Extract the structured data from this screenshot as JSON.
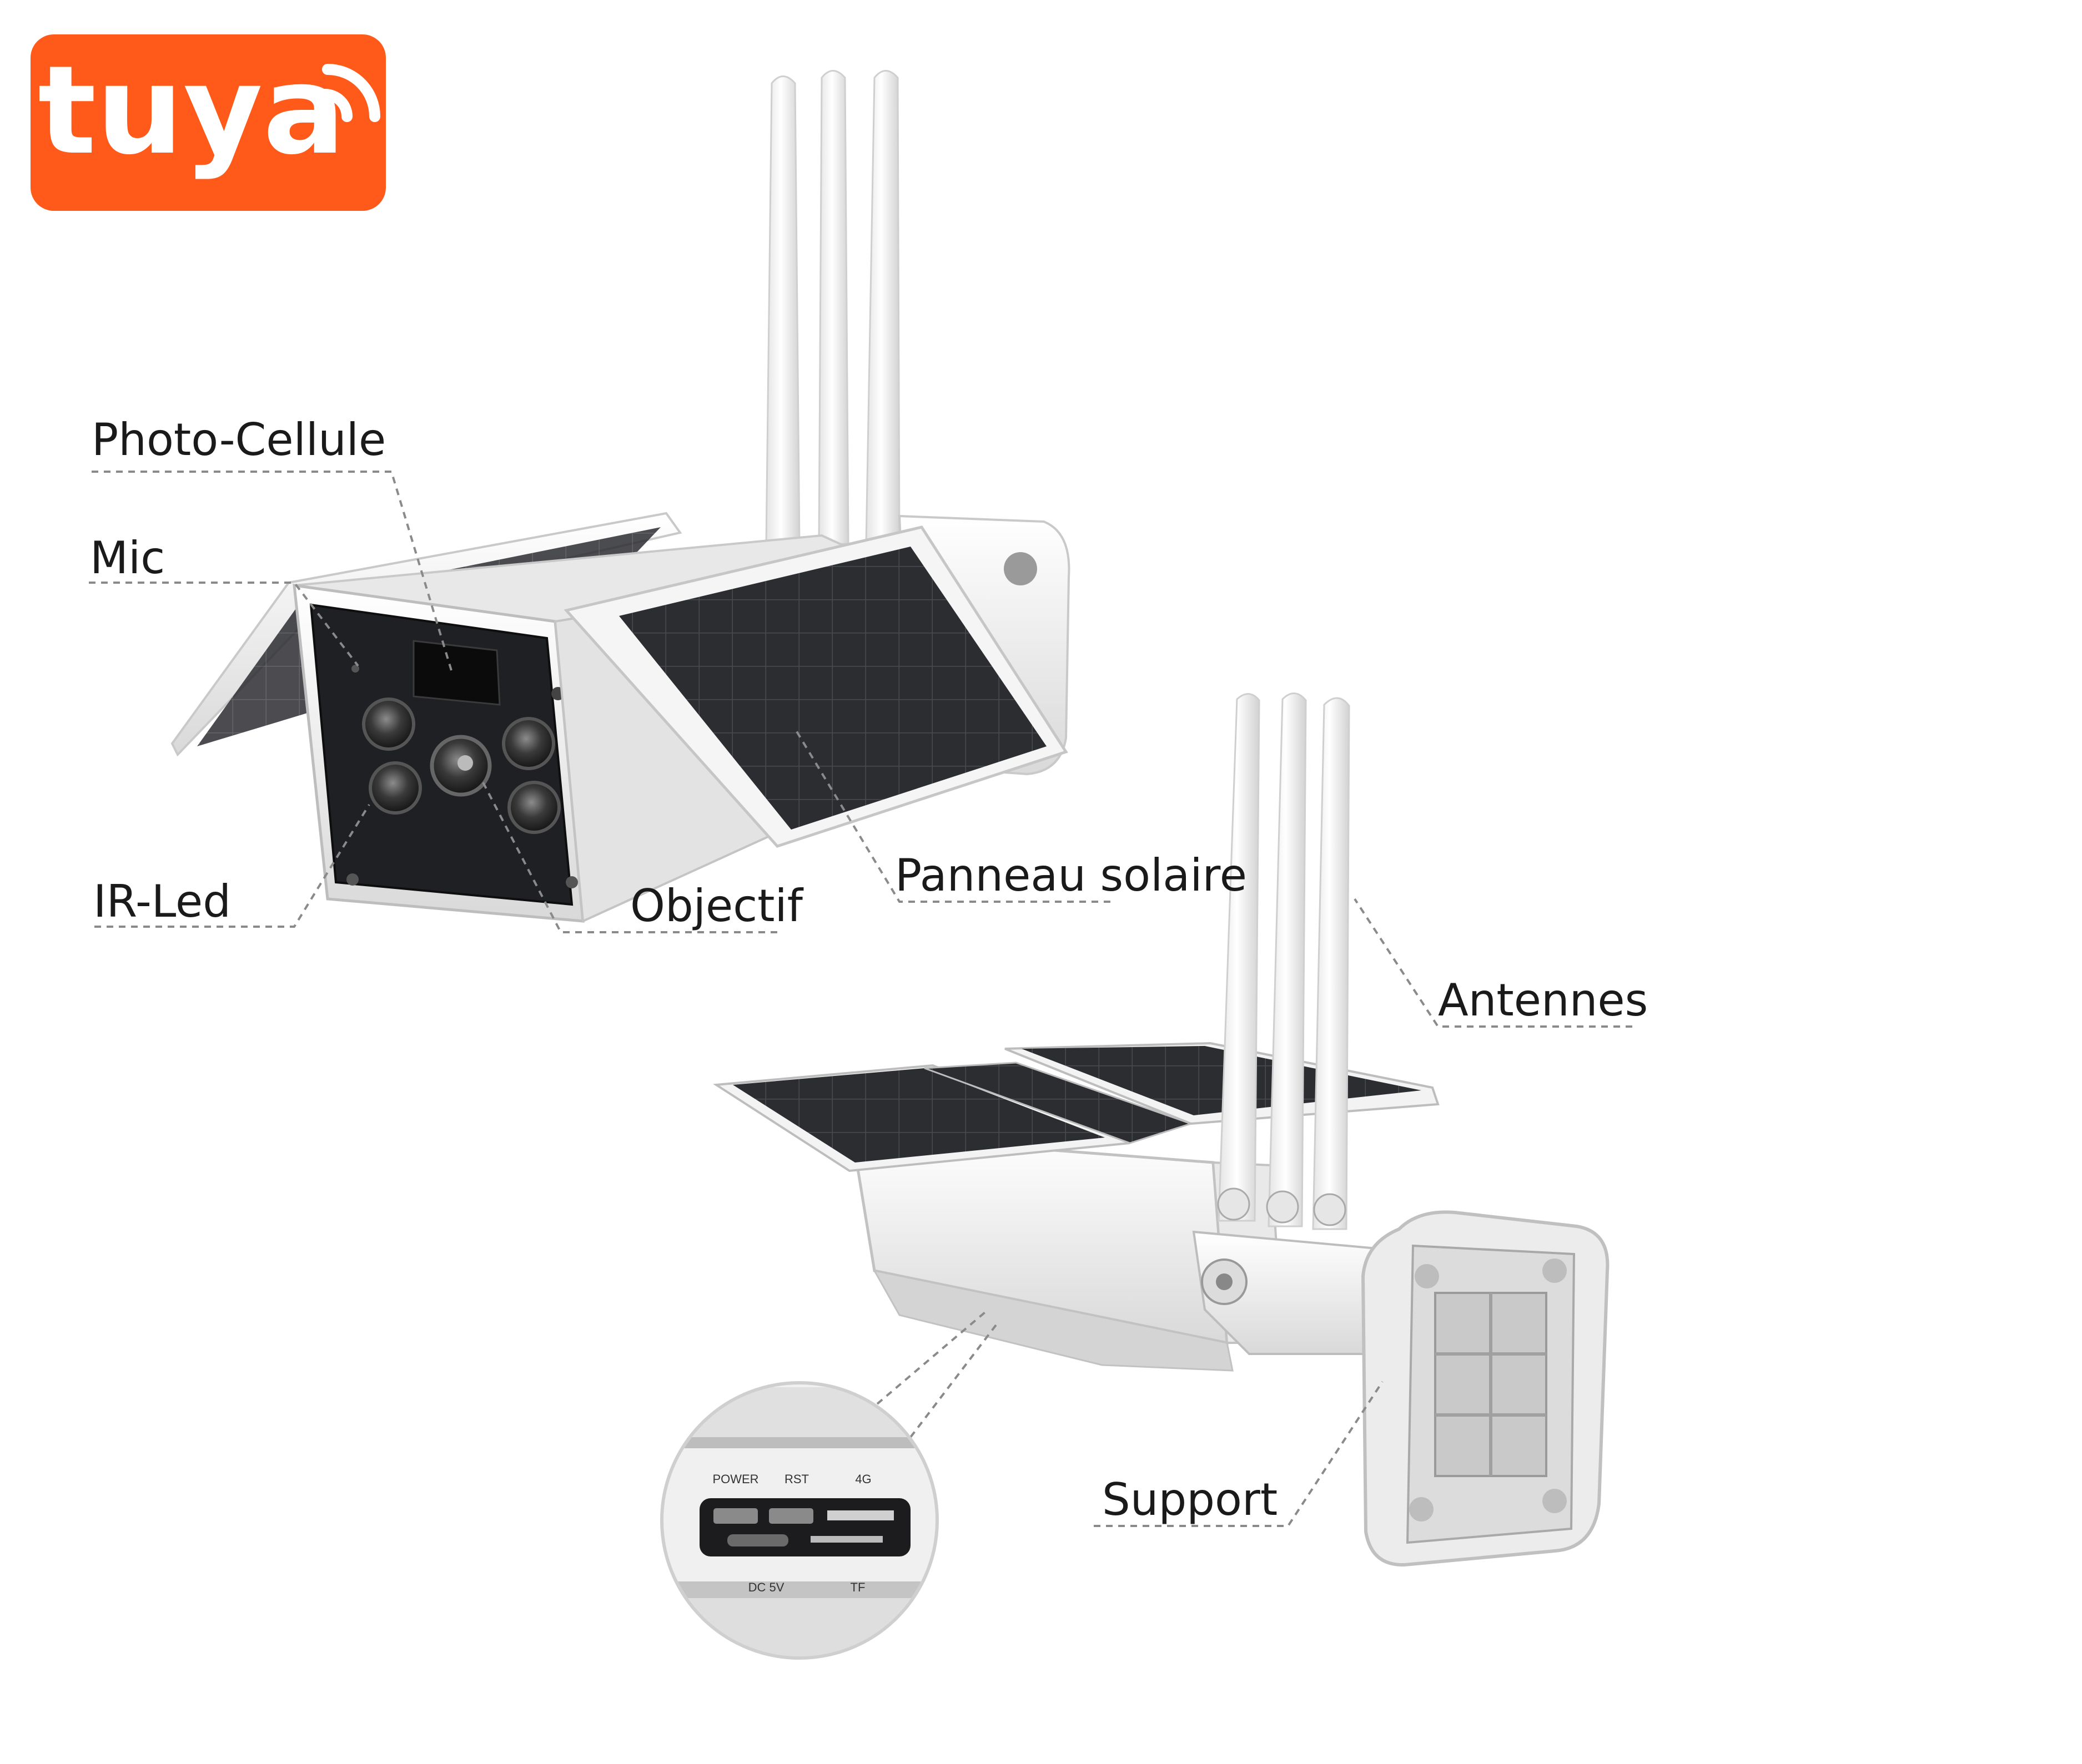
{
  "logo": {
    "text": "tuya",
    "color": "#ff5a1a"
  },
  "labels": {
    "photo_cellule": "Photo-Cellule",
    "mic": "Mic",
    "ir_led": "IR-Led",
    "objectif": "Objectif",
    "panneau_solaire": "Panneau solaire",
    "antennes": "Antennes",
    "support": "Support"
  },
  "ports": {
    "power": "POWER",
    "rst": "RST",
    "g4": "4G",
    "dc5v": "DC 5V",
    "tf": "TF"
  },
  "colors": {
    "body": "#f2f2f2",
    "panel": "#2a2b2e",
    "face": "#1f2024",
    "leader": "#8a8a8a"
  }
}
